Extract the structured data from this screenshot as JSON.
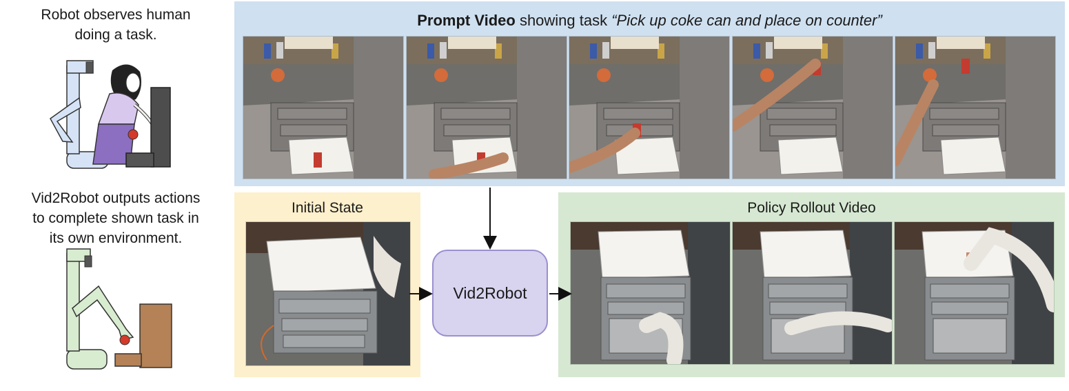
{
  "left": {
    "caption_top": [
      "Robot observes human",
      "doing a task."
    ],
    "caption_bottom": [
      "Vid2Robot outputs actions",
      "to complete shown task in",
      "its own environment."
    ]
  },
  "prompt": {
    "title_bold": "Prompt Video",
    "title_mid": " showing task ",
    "title_quote": "“Pick up coke can and place on counter”",
    "bg_color": "#cfe0f0"
  },
  "initial": {
    "title": "Initial State",
    "bg_color": "#fdf0cc"
  },
  "model": {
    "label": "Vid2Robot",
    "bg_color": "#d8d3ee"
  },
  "rollout": {
    "title": "Policy Rollout Video",
    "bg_color": "#d6e8d2"
  },
  "colors": {
    "robot_observer": "#d6e3f6",
    "human_shirt": "#d9c8ee",
    "human_skirt": "#8c6fc0",
    "robot_actor": "#d8ecd0",
    "apple": "#d33a2a",
    "cabinet": "#b48256"
  }
}
